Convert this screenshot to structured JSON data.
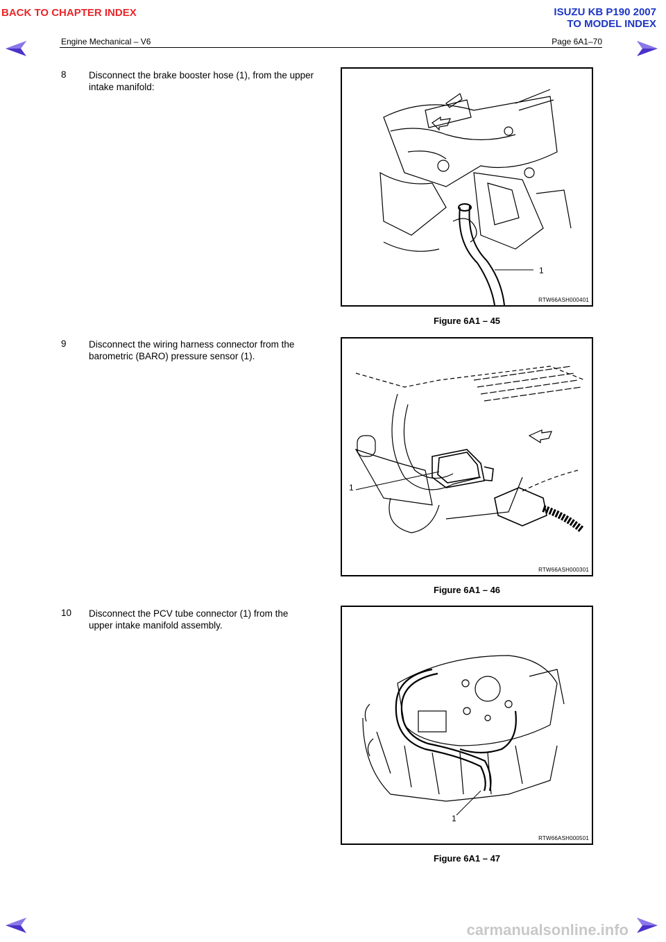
{
  "nav": {
    "back_to_chapter": "BACK TO CHAPTER INDEX",
    "title_line1": "ISUZU KB P190 2007",
    "to_model_index": "TO MODEL INDEX",
    "prev_icon": "left-arrow-icon",
    "next_icon": "right-arrow-icon",
    "accent_color": "#e8262a",
    "title_color": "#1d35c4",
    "arrow_color": "#4b32c8"
  },
  "header": {
    "section": "Engine Mechanical – V6",
    "page": "Page 6A1–70"
  },
  "steps": [
    {
      "number": "8",
      "text_line1": "Disconnect the brake booster hose (1), from the upper",
      "text_line2": "intake manifold:",
      "figure_code": "RTW66ASH000401",
      "callout": "1",
      "caption": "Figure 6A1 – 45"
    },
    {
      "number": "9",
      "text_line1": "Disconnect the wiring harness connector from the",
      "text_line2": "barometric (BARO) pressure sensor (1).",
      "figure_code": "RTW66ASH000301",
      "callout": "1",
      "caption": "Figure 6A1 – 46"
    },
    {
      "number": "10",
      "text_line1": "Disconnect the PCV tube connector (1) from the",
      "text_line2": "upper intake manifold assembly.",
      "figure_code": "RTW66ASH000501",
      "callout": "1",
      "caption": "Figure 6A1 – 47"
    }
  ],
  "footer": {
    "watermark": "carmanualsonline.info"
  }
}
